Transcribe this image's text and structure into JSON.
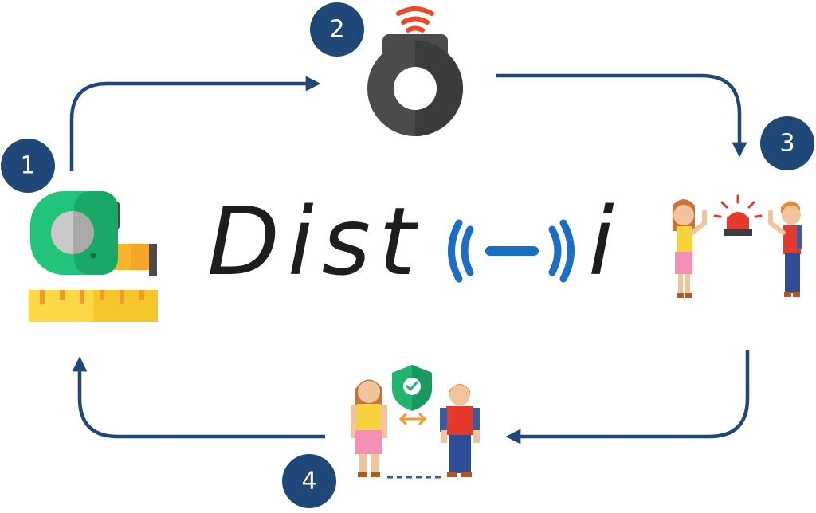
{
  "brand": {
    "prefix": "Dist",
    "suffix": "i"
  },
  "steps": [
    {
      "number": "1",
      "icon": "tape-measure-icon"
    },
    {
      "number": "2",
      "icon": "wireless-sensor-icon"
    },
    {
      "number": "3",
      "icon": "proximity-alarm-icon"
    },
    {
      "number": "4",
      "icon": "safe-distance-icon"
    }
  ],
  "colors": {
    "arrow": "#1f4778",
    "badge": "#1f4778",
    "signal": "#1a6fc4",
    "text": "#1d1d1d"
  }
}
